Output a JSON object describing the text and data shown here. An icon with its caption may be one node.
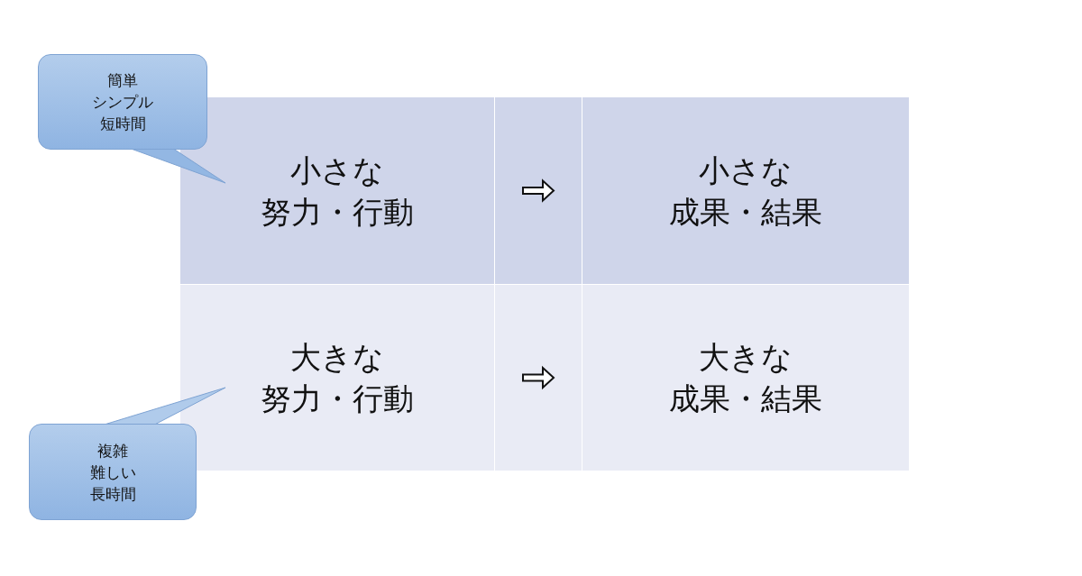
{
  "diagram": {
    "nodes": [
      {
        "text": [
          "簡単シンプル短時間"
        ]
      },
      {
        "text": [
          "小さな努力・行動"
        ]
      },
      {
        "text": [
          "小さな成果・結果"
        ]
      },
      {
        "text": [
          "大きな努力・行動"
        ]
      },
      {
        "text": [
          "大きな成果・結果"
        ]
      },
      {
        "text": [
          "複雑難しい長時間"
        ]
      }
    ],
    "edges": [
      {
        "from": 0,
        "to": 1,
        "arrow": "none"
      },
      {
        "from": 1,
        "to": 2,
        "arrow": "to"
      },
      {
        "from": 3,
        "to": 4,
        "arrow": "to"
      },
      {
        "from": 5,
        "to": 3,
        "arrow": "none"
      }
    ]
  }
}
